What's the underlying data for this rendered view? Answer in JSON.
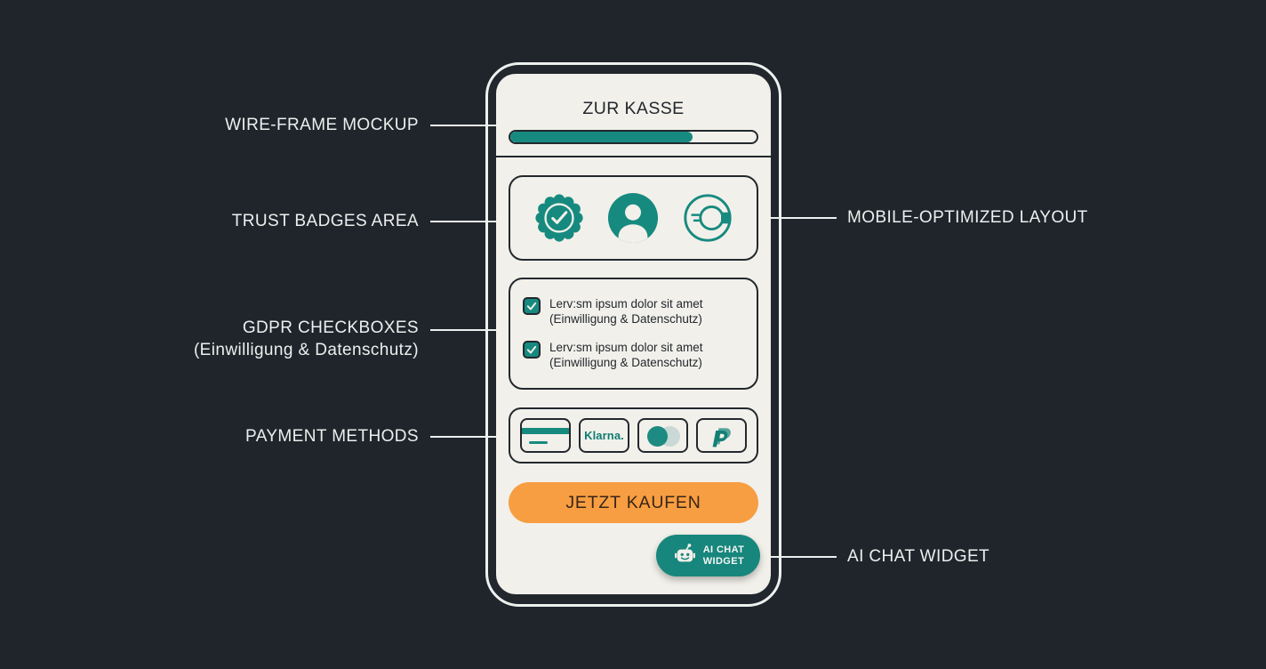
{
  "colors": {
    "background": "#20252c",
    "teal": "#178a7f",
    "teal_dark": "#0f7d73",
    "orange": "#f79e42",
    "screen": "#f2f0ea",
    "ink": "#22282e",
    "annotation_text": "#edefee"
  },
  "annotations": {
    "left": [
      {
        "label": "WIRE-FRAME MOCKUP"
      },
      {
        "label": "TRUST BADGES AREA"
      },
      {
        "label": "GDPR CHECKBOXES",
        "sublabel": "(Einwilligung & Datenschutz)"
      },
      {
        "label": "PAYMENT METHODS"
      }
    ],
    "right": [
      {
        "label": "MOBILE-OPTIMIZED LAYOUT"
      },
      {
        "label": "AI CHAT WIDGET"
      }
    ]
  },
  "phone": {
    "title": "ZUR KASSE",
    "progress": {
      "percent": 74
    },
    "trust_badges": {
      "icons": [
        "verified-seal-icon",
        "customer-user-icon",
        "fast-delivery-icon"
      ]
    },
    "gdpr": {
      "items": [
        {
          "checked": true,
          "line1": "Lerv:sm ipsum dolor sit amet",
          "line2": "(Einwilligung & Datenschutz)"
        },
        {
          "checked": true,
          "line1": "Lerv:sm ipsum dolor sit amet",
          "line2": "(Einwilligung & Datenschutz)"
        }
      ]
    },
    "payments": {
      "methods": [
        "credit-card",
        "klarna",
        "mastercard",
        "paypal"
      ],
      "klarna_label": "Klarna."
    },
    "buy_button": {
      "label": "JETZT KAUFEN"
    },
    "chat_widget": {
      "lines": [
        "AI CHAT",
        "WIDGET"
      ]
    }
  }
}
